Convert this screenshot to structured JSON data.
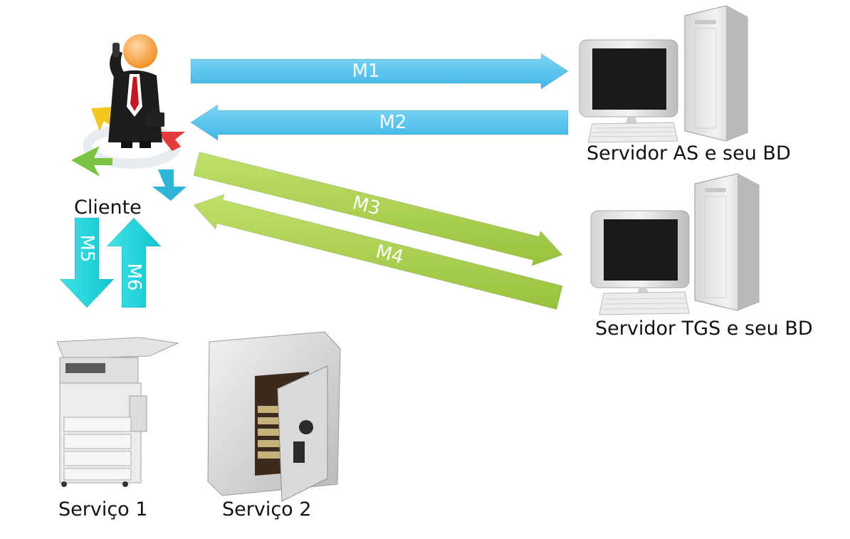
{
  "nodes": {
    "client": "Cliente",
    "as_server": "Servidor AS e seu BD",
    "tgs_server": "Servidor TGS e seu BD",
    "service1": "Serviço 1",
    "service2": "Serviço 2"
  },
  "messages": {
    "m1": "M1",
    "m2": "M2",
    "m3": "M3",
    "m4": "M4",
    "m5": "M5",
    "m6": "M6"
  },
  "colors": {
    "blue_arrow": "#4fc3ee",
    "green_arrow": "#a9cf4e",
    "cyan_arrow": "#1fd6dc"
  }
}
